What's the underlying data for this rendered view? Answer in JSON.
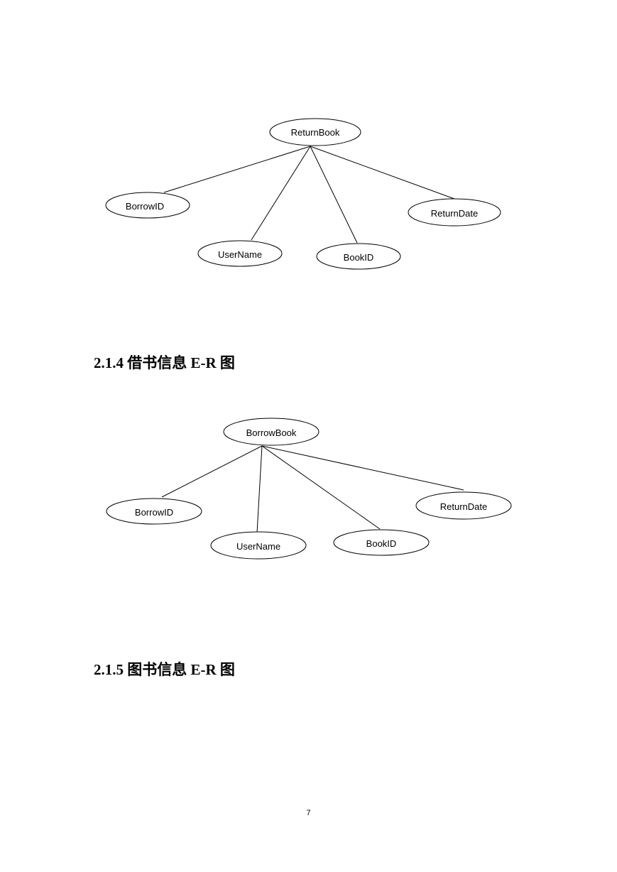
{
  "diagram_return": {
    "root": "ReturnBook",
    "attributes": [
      "BorrowID",
      "UserName",
      "BookID",
      "ReturnDate"
    ]
  },
  "section_214": {
    "heading": "2.1.4 借书信息 E-R 图"
  },
  "diagram_borrow": {
    "root": "BorrowBook",
    "attributes": [
      "BorrowID",
      "UserName",
      "BookID",
      "ReturnDate"
    ]
  },
  "section_215": {
    "heading": "2.1.5 图书信息 E-R 图"
  },
  "footer": {
    "page_number": "7"
  }
}
